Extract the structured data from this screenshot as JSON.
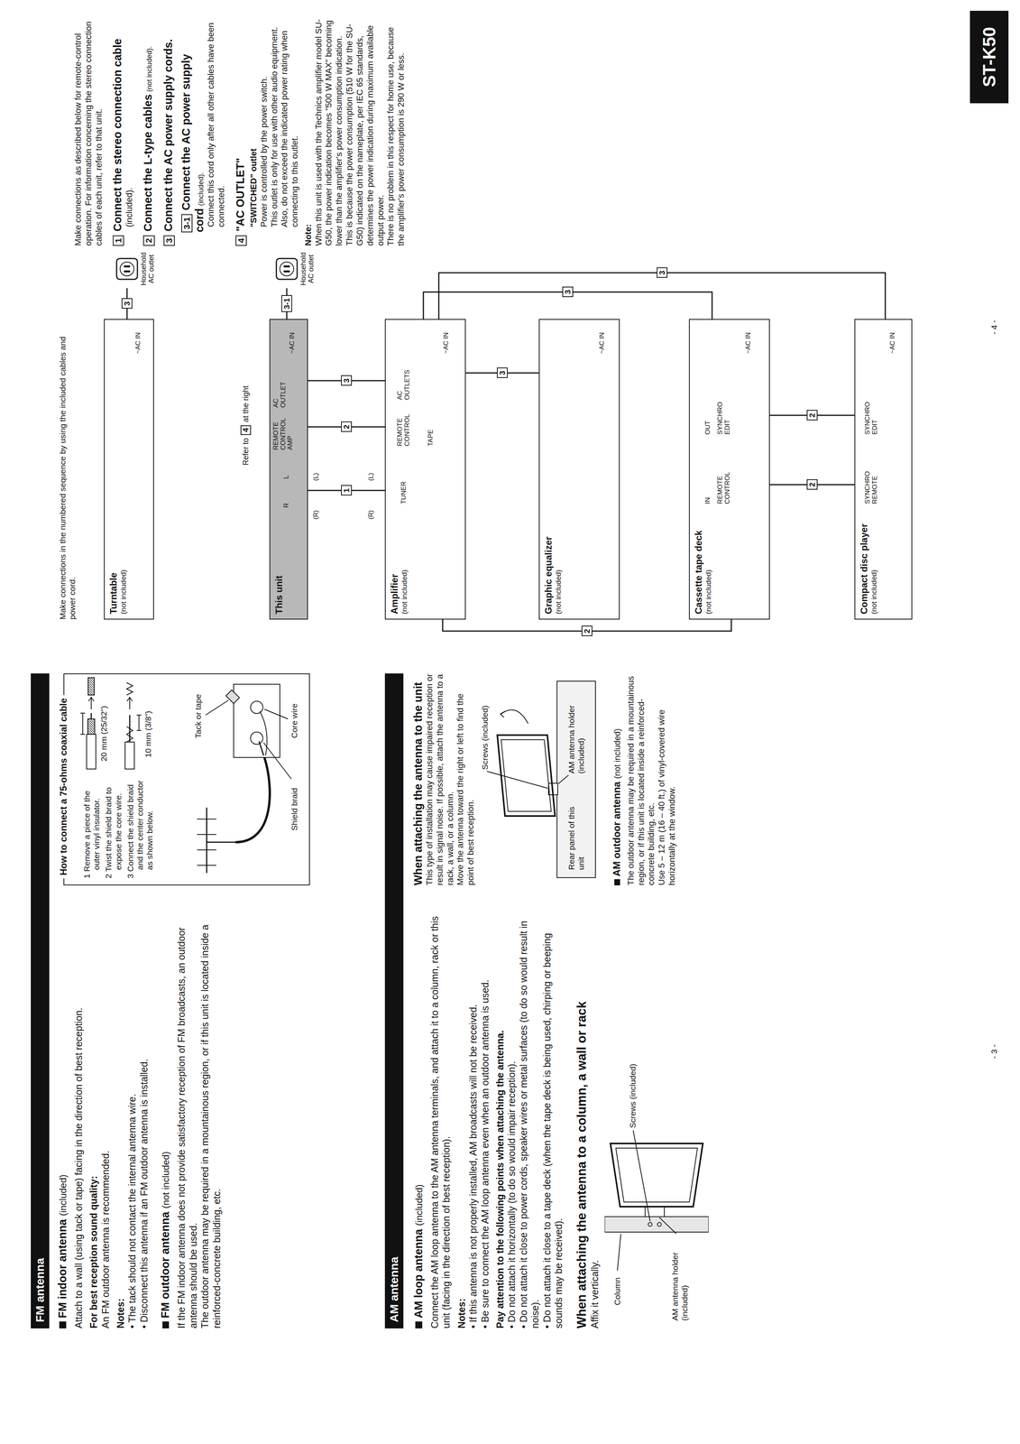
{
  "diagram": {
    "nodes": [
      {
        "text": [
          "FM antenna"
        ]
      },
      {
        "text": [
          "How to connect a 75-ohms coaxial cable",
          "1 Remove a piece of the outer vinyl insulator.",
          "2 Twist the shield braid to expose the core wire.",
          "3 Connect the shield braid and the center conductor as shown below."
        ]
      },
      {
        "text": [
          "AM antenna"
        ]
      },
      {
        "text": [
          "Turntable",
          "(not included)"
        ]
      },
      {
        "text": [
          "This unit"
        ]
      },
      {
        "text": [
          "Household AC outlet"
        ]
      },
      {
        "text": [
          "Household AC outlet"
        ]
      },
      {
        "text": [
          "Amplifier",
          "(not included)"
        ]
      },
      {
        "text": [
          "Graphic equalizer",
          "(not included)"
        ]
      },
      {
        "text": [
          "Cassette tape deck",
          "(not included)"
        ]
      },
      {
        "text": [
          "Compact disc player",
          "(not included)"
        ]
      },
      {
        "text": [
          "ST-K50"
        ]
      }
    ],
    "edges": [
      {
        "from": 4,
        "to": 7,
        "label": "1",
        "arrow": "none"
      },
      {
        "from": 4,
        "to": 7,
        "label": "2",
        "arrow": "none"
      },
      {
        "from": 7,
        "to": 9,
        "label": "2",
        "arrow": "none"
      },
      {
        "from": 9,
        "to": 10,
        "label": "2",
        "arrow": "none"
      },
      {
        "from": 9,
        "to": 10,
        "label": "2",
        "arrow": "none"
      },
      {
        "from": 3,
        "to": 5,
        "label": "3",
        "arrow": "none"
      },
      {
        "from": 4,
        "to": 6,
        "label": "3-1",
        "arrow": "none"
      },
      {
        "from": 7,
        "to": 4,
        "label": "3",
        "arrow": "none"
      },
      {
        "from": 8,
        "to": 7,
        "label": "3",
        "arrow": "none"
      },
      {
        "from": 9,
        "to": 7,
        "label": "3",
        "arrow": "none"
      },
      {
        "from": 10,
        "to": 7,
        "label": "3",
        "arrow": "none"
      }
    ],
    "labels": [
      "FM indoor antenna",
      "(included)",
      "Attach to a wall (using tack or tape) facing in the direction of best reception.",
      "For best reception sound quality:",
      "An FM outdoor antenna is recommended.",
      "Notes:",
      "• The tack should not contact the internal antenna wire.",
      "• Disconnect this antenna if an FM outdoor antenna is installed.",
      "FM outdoor antenna",
      "(not included)",
      "If the FM indoor antenna does not provide satisfactory reception of FM broadcasts, an outdoor antenna should be used.",
      "The outdoor antenna may be required in a mountainous region, or if this unit is located inside a reinforced-concrete building, etc.",
      "20 mm (25/32\")",
      "10 mm (3/8\")",
      "Tack or tape",
      "Shield braid",
      "Core wire",
      "AM loop antenna",
      "(included)",
      "Connect the AM loop antenna to the AM antenna terminals, and attach it to a column, rack or this unit (facing in the direction of best reception).",
      "Notes:",
      "• If this antenna is not properly installed, AM broadcasts will not be received.",
      "• Be sure to connect the AM loop antenna even when an outdoor antenna is used.",
      "Pay attention to the following points when attaching the antenna.",
      "• Do not attach it horizontally (to do so would impair reception).",
      "• Do not attach it close to power cords, speaker wires or metal surfaces (to do so would result in noise).",
      "• Do not attach it close to a tape deck (when the tape deck is being used, chirping or beeping sounds may be received).",
      "When attaching the antenna to a column, a wall or rack",
      "Affix it vertically.",
      "Screws (included)",
      "Column",
      "AM antenna holder (included)",
      "When attaching the antenna to the unit",
      "This type of installation may cause impaired reception or result in signal noise. If possible, attach the antenna to a rack, a wall, or a column.",
      "Move the antenna toward the right or left to find the point of best reception.",
      "Screws (included)",
      "Rear panel of this unit",
      "AM antenna holder (included)",
      "AM outdoor antenna",
      "(not included)",
      "The outdoor antenna may be required in a mountainous region, or if this unit is located inside a reinforced-concrete building, etc.",
      "Use 5 – 12 m (16 – 40 ft.) of vinyl-covered wire horizontally at the window.",
      "- 3 -",
      "Make connections in the numbered sequence by using the included cables and power cord.",
      "~AC IN",
      "R",
      "L",
      "REMOTE CONTROL AMP",
      "AC OUTLET",
      "~AC IN",
      "Refer to",
      "4",
      "at the right",
      "(R)",
      "(L)",
      "(R)",
      "(L)",
      "TUNER",
      "REMOTE CONTROL",
      "TAPE",
      "AC OUTLETS",
      "~AC IN",
      "~AC IN",
      "IN",
      "REMOTE CONTROL",
      "OUT",
      "SYNCHRO EDIT",
      "~AC IN",
      "SYNCHRO REMOTE",
      "SYNCHRO EDIT",
      "~AC IN",
      "Make connections as described below for remote-control operation. For information concerning the stereo connection cables of each unit, refer to that unit.",
      "1",
      "Connect the stereo connection cable",
      "(included).",
      "2",
      "Connect the L-type cables",
      "(not included).",
      "3",
      "Connect the AC power supply cords.",
      "3-1",
      "Connect the AC power supply cord",
      "(included).",
      "Connect this cord only after all other cables have been connected.",
      "4",
      "\"AC OUTLET\"",
      "\"SWITCHED\" outlet",
      "Power is controlled by the power switch.",
      "This outlet is only for use with other audio equipment.",
      "Also, do not exceed the indicated power rating when connecting to this outlet.",
      "Note:",
      "When this unit is used with the Technics amplifier model SU-G50, the power indication becomes \"500 W MAX\" becoming lower than the amplifier's power consumption indication.",
      "This is because the power consumption (510 W for the SU-G50) indicated on the nameplate, per IEC 65 standards, determines the power indication during maximum available output power.",
      "There is no problem in this respect for home use, because the amplifier's power consumption is 290 W or less.",
      "- 4 -"
    ]
  }
}
